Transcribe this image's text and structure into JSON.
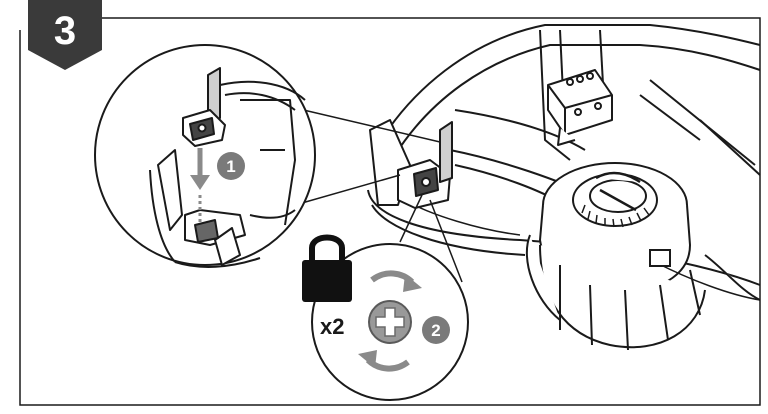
{
  "step": {
    "number": "3",
    "badge_color": "#3a3a3a"
  },
  "callouts": {
    "one": "1",
    "two": "2",
    "badge_color": "#7a7a7a"
  },
  "lock": {
    "icon": "padlock-icon"
  },
  "screw": {
    "icon": "phillips-screw-icon",
    "count_label": "x2"
  },
  "colors": {
    "line": "#1a1a1a",
    "arrow_gray": "#8a8a8a",
    "screw_gray": "#999999"
  }
}
